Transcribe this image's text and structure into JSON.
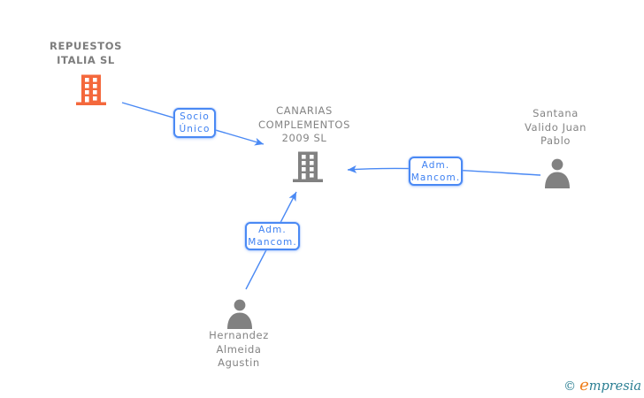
{
  "diagram": {
    "title": "company relationship chart",
    "nodes": {
      "repuestos_italia": {
        "label_lines": [
          "REPUESTOS",
          "ITALIA SL"
        ],
        "type": "company",
        "icon": "building-icon",
        "icon_color": "#f4683c"
      },
      "canarias_complementos": {
        "label_lines": [
          "CANARIAS",
          "COMPLEMENTOS",
          "2009 SL"
        ],
        "type": "company",
        "icon": "building-icon",
        "icon_color": "#818181"
      },
      "santana_valido": {
        "label_lines": [
          "Santana",
          "Valido Juan",
          "Pablo"
        ],
        "type": "person",
        "icon": "person-icon",
        "icon_color": "#818181"
      },
      "hernandez_almeida": {
        "label_lines": [
          "Hernandez",
          "Almeida",
          "Agustin"
        ],
        "type": "person",
        "icon": "person-icon",
        "icon_color": "#818181"
      }
    },
    "edges": [
      {
        "id": "socio-unico",
        "label_lines": [
          "Socio",
          "Único"
        ],
        "from": "repuestos_italia",
        "to": "canarias_complementos"
      },
      {
        "id": "adm-mancom-right",
        "label_lines": [
          "Adm.",
          "Mancom."
        ],
        "from": "santana_valido",
        "to": "canarias_complementos"
      },
      {
        "id": "adm-mancom-bottom",
        "label_lines": [
          "Adm.",
          "Mancom."
        ],
        "from": "hernandez_almeida",
        "to": "canarias_complementos"
      }
    ]
  },
  "footer": {
    "copyright_symbol": "©",
    "brand_first_letter": "e",
    "brand_rest": "mpresia"
  },
  "colors": {
    "edge_blue": "#4a89f4",
    "node_text_gray": "#848484",
    "building_orange": "#f4683c",
    "icon_gray": "#818181",
    "brand_teal": "#2b7f93",
    "brand_orange": "#ef7d1a",
    "background": "#ffffff"
  }
}
